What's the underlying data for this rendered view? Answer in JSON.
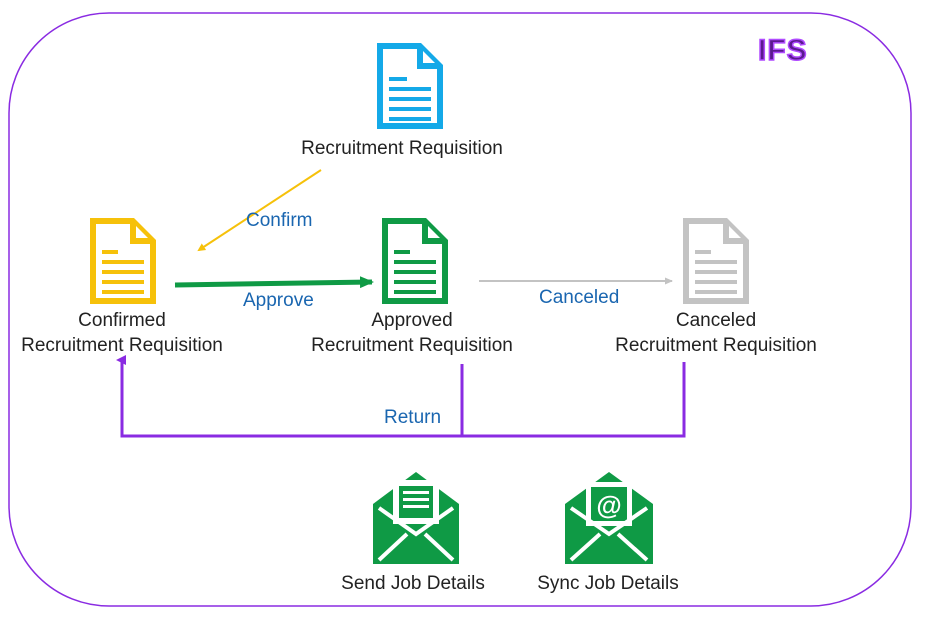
{
  "colors": {
    "frame": "#8a2be2",
    "logo_fill": "#5b1a8f",
    "logo_stroke": "#b04bff",
    "edge_label": "#1a66b0",
    "doc_blue": "#14a9e8",
    "doc_yellow": "#f6c10a",
    "doc_green": "#0f9a45",
    "doc_gray": "#c3c3c3",
    "arrow_confirm": "#f6c10a",
    "arrow_approve": "#0f9a45",
    "arrow_cancel": "#c3c3c3",
    "arrow_return": "#8a2be2",
    "envelope": "#0f9a45"
  },
  "logo": "IFS",
  "states": {
    "initial": {
      "line1": "Recruitment Requisition",
      "icon": "document-icon"
    },
    "confirmed": {
      "line1": "Confirmed",
      "line2": "Recruitment Requisition",
      "icon": "document-icon"
    },
    "approved": {
      "line1": "Approved",
      "line2": "Recruitment Requisition",
      "icon": "document-icon"
    },
    "canceled": {
      "line1": "Canceled",
      "line2": "Recruitment Requisition",
      "icon": "document-icon"
    }
  },
  "transitions": {
    "confirm": "Confirm",
    "approve": "Approve",
    "cancel": "Canceled",
    "return": "Return"
  },
  "actions": {
    "send": {
      "label": "Send Job Details",
      "icon": "envelope-document-icon"
    },
    "sync": {
      "label": "Sync Job Details",
      "icon": "envelope-at-icon"
    }
  }
}
